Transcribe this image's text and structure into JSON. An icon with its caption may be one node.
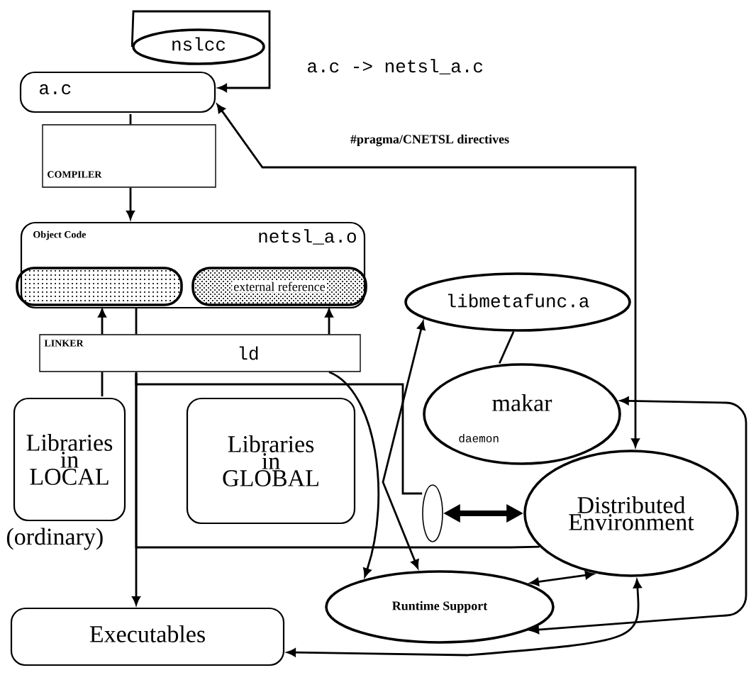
{
  "diagram": {
    "nodes": [
      {
        "text": [
          "nslcc"
        ]
      },
      {
        "text": [
          "a.c"
        ]
      },
      {
        "text": [
          "COMPILER"
        ]
      },
      {
        "text": [
          "Object Code",
          "netsl_a.o"
        ]
      },
      {
        "text": [],
        "shape": "box",
        "in": 3
      },
      {
        "text": [
          "external reference"
        ],
        "in": 3
      },
      {
        "text": [
          "LINKER",
          "ld"
        ]
      },
      {
        "text": [
          "Libraries in LOCAL"
        ],
        "beside": [
          "(ordinary)"
        ]
      },
      {
        "text": [
          "Libraries in GLOBAL"
        ]
      },
      {
        "text": [
          "libmetafunc.a"
        ]
      },
      {
        "text": [
          "makar",
          "daemon"
        ]
      },
      {
        "text": [
          "Distributed Environment"
        ]
      },
      {
        "text": [
          "Runtime Support"
        ]
      },
      {
        "text": [
          "Executables"
        ]
      },
      {
        "text": [],
        "shape": "cylinder"
      }
    ],
    "edges": [
      {
        "from": 0,
        "to": 1,
        "arrow": "to"
      },
      {
        "from": 1,
        "to": 2,
        "arrow": "none"
      },
      {
        "from": 2,
        "to": 3,
        "arrow": "to"
      },
      {
        "from": 11,
        "to": 1,
        "arrow": "both",
        "label": "#pragma/CNETSL directives"
      },
      {
        "from": 7,
        "to": 6,
        "arrow": "none"
      },
      {
        "from": 6,
        "to": 4,
        "arrow": "to"
      },
      {
        "from": 4,
        "to": 6,
        "arrow": "none"
      },
      {
        "from": 6,
        "to": 13,
        "arrow": "to"
      },
      {
        "from": 6,
        "to": 12,
        "arrow": "to"
      },
      {
        "from": 6,
        "to": 5,
        "arrow": "to"
      },
      {
        "from": 9,
        "to": 12,
        "arrow": "both"
      },
      {
        "from": 10,
        "to": 9,
        "arrow": "none"
      },
      {
        "from": 6,
        "to": 14,
        "arrow": "none"
      },
      {
        "from": 6,
        "to": 11,
        "arrow": "none"
      },
      {
        "from": 14,
        "to": 11,
        "arrow": "both",
        "style": "thick"
      },
      {
        "from": 11,
        "to": 12,
        "arrow": "both"
      },
      {
        "from": 11,
        "to": 13,
        "arrow": "both"
      },
      {
        "from": 10,
        "to": 12,
        "arrow": "both"
      }
    ],
    "labels": [
      "a.c -> netsl_a.c"
    ]
  }
}
